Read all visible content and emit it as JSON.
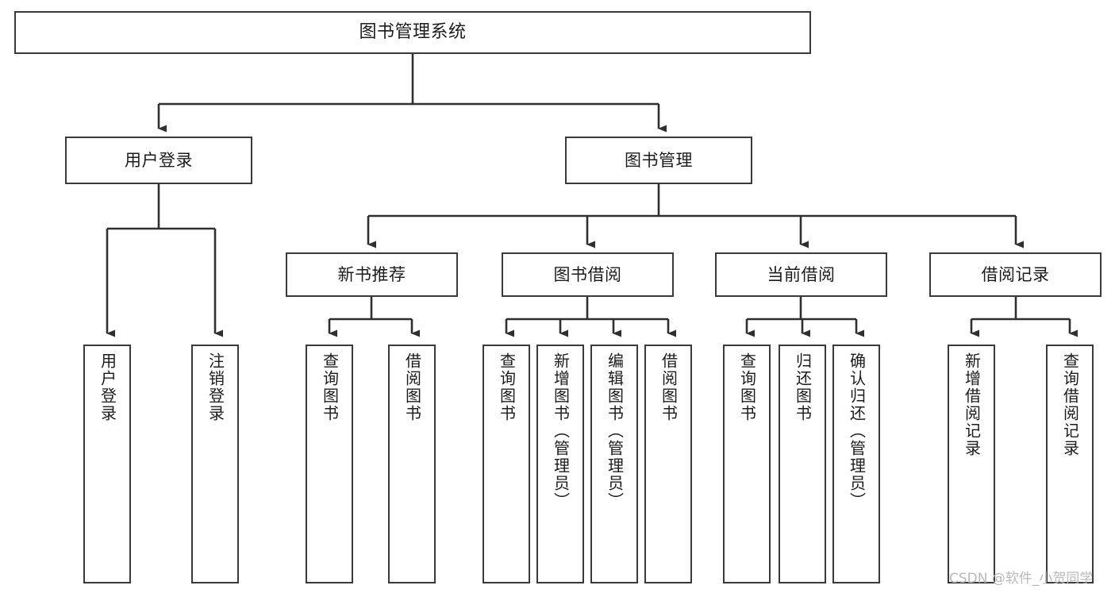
{
  "diagram": {
    "title": "图书管理系统",
    "type": "tree-hierarchy-chart",
    "colors": {
      "node_border": "#3a3a3a",
      "node_fill": "#ffffff",
      "edge": "#2f2f2f",
      "text": "#1c1c1c",
      "watermark": "#b9b9b9",
      "background": "#ffffff"
    }
  },
  "root": {
    "label": "图书管理系统"
  },
  "level1": [
    {
      "label": "用户登录"
    },
    {
      "label": "图书管理"
    }
  ],
  "level2": [
    {
      "label": "新书推荐"
    },
    {
      "label": "图书借阅"
    },
    {
      "label": "当前借阅"
    },
    {
      "label": "借阅记录"
    }
  ],
  "leaves": {
    "user_login": [
      {
        "label": "用户登录"
      },
      {
        "label": "注销登录"
      }
    ],
    "new_book_recommend": [
      {
        "label": "查询图书"
      },
      {
        "label": "借阅图书"
      }
    ],
    "book_borrow": [
      {
        "label": "查询图书"
      },
      {
        "label": "新增图书（管理员）"
      },
      {
        "label": "编辑图书（管理员）"
      },
      {
        "label": "借阅图书"
      }
    ],
    "current_borrow": [
      {
        "label": "查询图书"
      },
      {
        "label": "归还图书"
      },
      {
        "label": "确认归还（管理员）"
      }
    ],
    "borrow_record": [
      {
        "label": "新增借阅记录"
      },
      {
        "label": "查询借阅记录"
      }
    ]
  },
  "watermark": {
    "text": "CSDN @软件_小贺同学"
  }
}
